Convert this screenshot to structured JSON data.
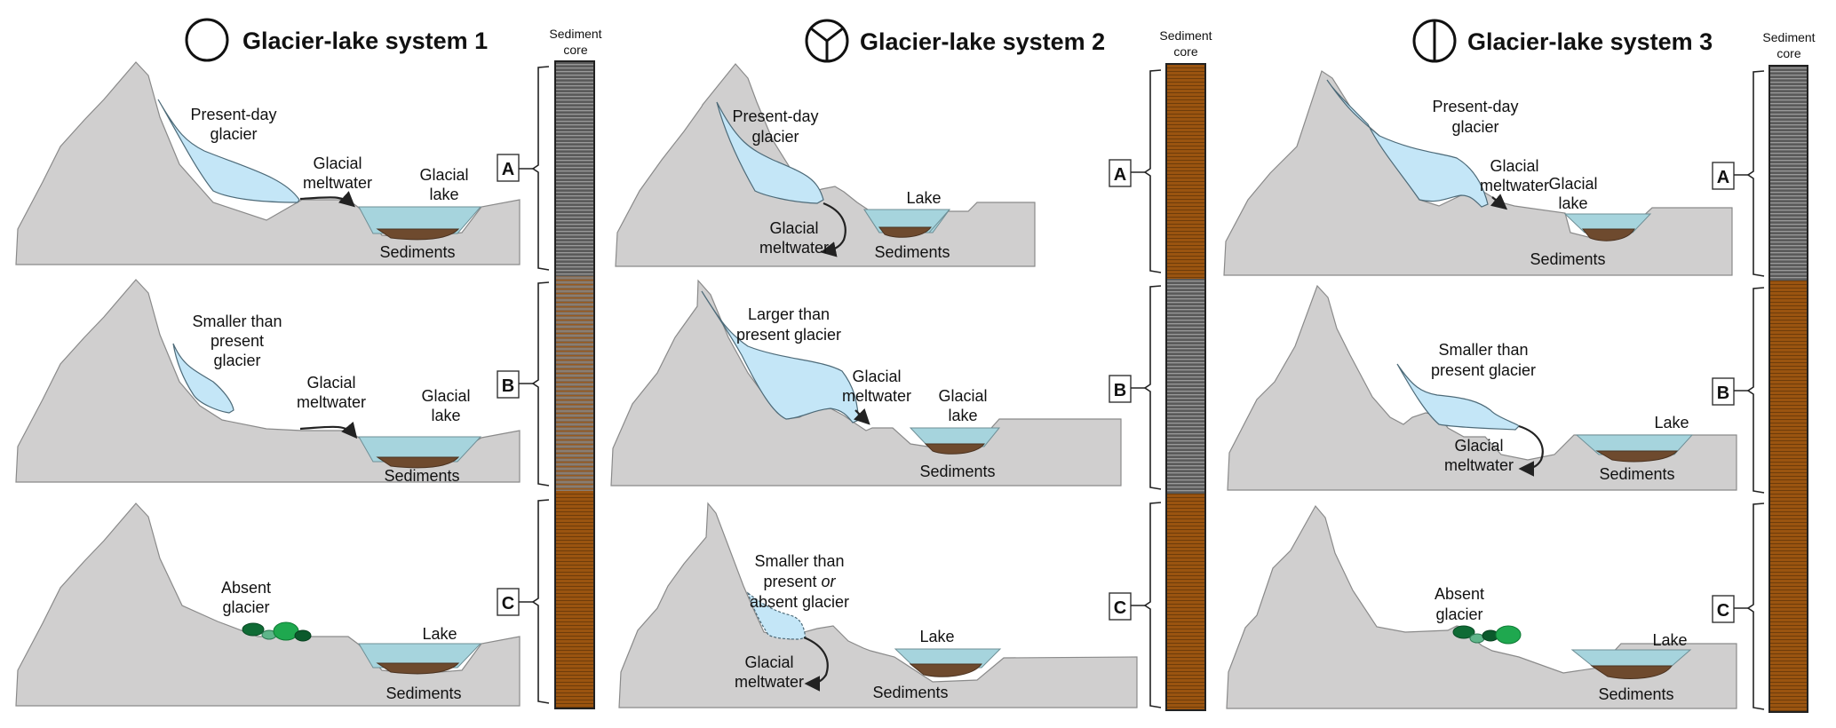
{
  "figure": {
    "core_label_line1": "Sediment",
    "core_label_line2": "core",
    "rows": [
      "A",
      "B",
      "C"
    ],
    "colors": {
      "ground": "#d0cfcf",
      "glacier_ice": "#c4e6f7",
      "lake_water": "#a6d4dd",
      "sediment": "#6e4a2e",
      "core_gray": "#5c5c5c",
      "core_orange": "#9a5410",
      "core_mixed": "#7e6a58",
      "vegetation_dark": "#0f6b35",
      "vegetation_light": "#1fa84f"
    },
    "systems": [
      {
        "title": "Glacier-lake system 1",
        "symbol": "circle-empty",
        "core_sections": [
          "gray",
          "mixed",
          "orange"
        ],
        "scenes": [
          {
            "row": "A",
            "glacier": "Present-day glacier",
            "glacier_l1": "Present-day",
            "glacier_l2": "glacier",
            "meltwater_l1": "Glacial",
            "meltwater_l2": "meltwater",
            "lake_l1": "Glacial",
            "lake_l2": "lake",
            "sediments": "Sediments"
          },
          {
            "row": "B",
            "glacier_l1": "Smaller than",
            "glacier_l2": "present",
            "glacier_l3": "glacier",
            "meltwater_l1": "Glacial",
            "meltwater_l2": "meltwater",
            "lake_l1": "Glacial",
            "lake_l2": "lake",
            "sediments": "Sediments"
          },
          {
            "row": "C",
            "glacier_l1": "Absent",
            "glacier_l2": "glacier",
            "lake_l1": "Lake",
            "sediments": "Sediments"
          }
        ]
      },
      {
        "title": "Glacier-lake system 2",
        "symbol": "circle-y",
        "core_sections": [
          "orange",
          "gray",
          "orange"
        ],
        "scenes": [
          {
            "row": "A",
            "glacier_l1": "Present-day",
            "glacier_l2": "glacier",
            "meltwater_l1": "Glacial",
            "meltwater_l2": "meltwater",
            "lake_l1": "Lake",
            "sediments": "Sediments"
          },
          {
            "row": "B",
            "glacier_l1": "Larger than",
            "glacier_l2": "present glacier",
            "meltwater_l1": "Glacial",
            "meltwater_l2": "meltwater",
            "lake_l1": "Glacial",
            "lake_l2": "lake",
            "sediments": "Sediments"
          },
          {
            "row": "C",
            "glacier_l1": "Smaller than",
            "glacier_l2a": "present ",
            "glacier_l2b": "or",
            "glacier_l3": "absent glacier",
            "meltwater_l1": "Glacial",
            "meltwater_l2": "meltwater",
            "lake_l1": "Lake",
            "sediments": "Sediments"
          }
        ]
      },
      {
        "title": "Glacier-lake system 3",
        "symbol": "circle-vertical-line",
        "core_sections": [
          "gray",
          "orange",
          "orange"
        ],
        "scenes": [
          {
            "row": "A",
            "glacier_l1": "Present-day",
            "glacier_l2": "glacier",
            "meltwater_l1": "Glacial",
            "meltwater_l2": "meltwater",
            "lake_l1": "Glacial",
            "lake_l2": "lake",
            "sediments": "Sediments"
          },
          {
            "row": "B",
            "glacier_l1": "Smaller than",
            "glacier_l2": "present glacier",
            "meltwater_l1": "Glacial",
            "meltwater_l2": "meltwater",
            "lake_l1": "Lake",
            "sediments": "Sediments"
          },
          {
            "row": "C",
            "glacier_l1": "Absent",
            "glacier_l2": "glacier",
            "lake_l1": "Lake",
            "sediments": "Sediments"
          }
        ]
      }
    ]
  }
}
